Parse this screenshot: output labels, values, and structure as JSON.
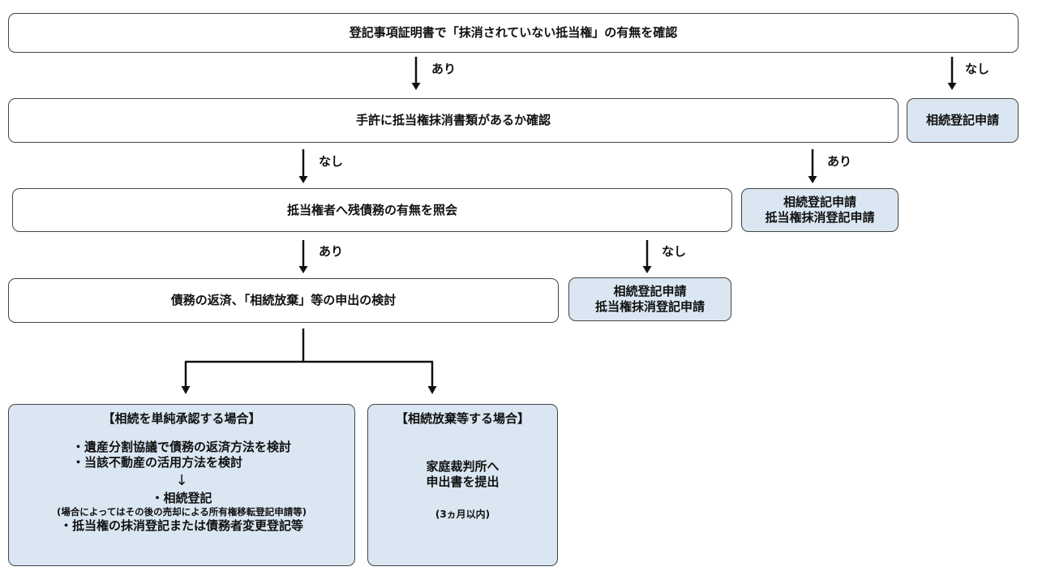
{
  "nodes": {
    "step1": "登記事項証明書で「抹消されていない抵当権」の有無を確認",
    "result1": "相続登記申請",
    "step2": "手許に抵当権抹消書類があるか確認",
    "result2": [
      "相続登記申請",
      "抵当権抹消登記申請"
    ],
    "step3": "抵当権者へ残債務の有無を照会",
    "result3": [
      "相続登記申請",
      "抵当権抹消登記申請"
    ],
    "step4": "債務の返済、「相続放棄」等の申出の検討",
    "case_accept": {
      "title": "【相続を単純承認する場合】",
      "items": [
        "・遺産分割協議で債務の返済方法を検討",
        "・当該不動産の活用方法を検討"
      ],
      "arrow": "↓",
      "registration": "・相続登記",
      "registration_note": "(場合によってはその後の売却による所有権移転登記申請等)",
      "last": "・抵当権の抹消登記または債務者変更登記等"
    },
    "case_renounce": {
      "title": "【相続放棄等する場合】",
      "action": [
        "家庭裁判所へ",
        "申出書を提出"
      ],
      "deadline": "(3ヵ月以内)"
    }
  },
  "edges": {
    "yes": "あり",
    "no": "なし"
  },
  "colors": {
    "result_fill": "#dae7f2",
    "border": "#444444",
    "arrow": "#111111"
  }
}
